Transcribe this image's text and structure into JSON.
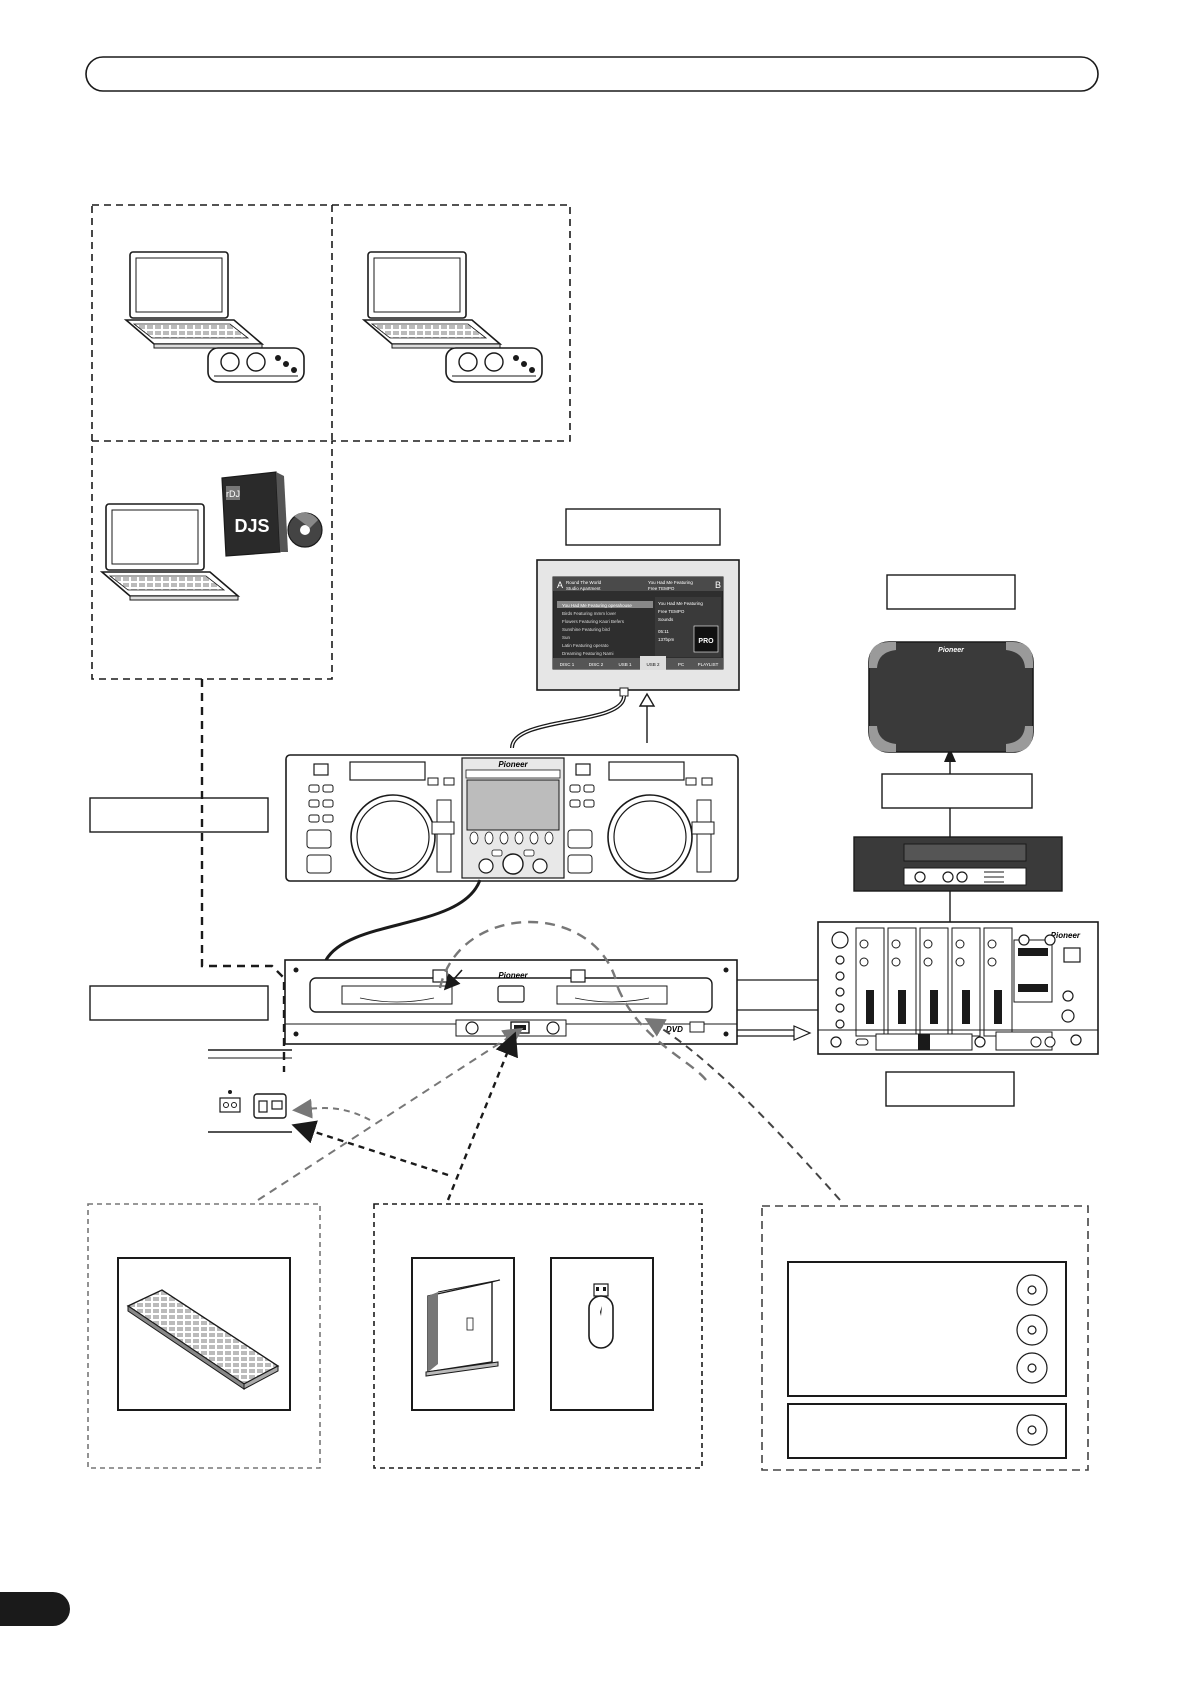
{
  "page": {
    "header_title": "",
    "callouts": {
      "display_label": "",
      "speaker_label": "",
      "amp_label": "",
      "left_label_upper": "",
      "left_label_lower": "",
      "mixer_label": ""
    }
  },
  "devices": {
    "software_box": {
      "logo": "DJS",
      "corner_mark": "rDJ"
    },
    "controller_unit": {
      "brand": "Pioneer"
    },
    "player_unit": {
      "brand": "Pioneer",
      "badge": "DVD"
    },
    "mixer": {
      "brand": "Pioneer"
    },
    "speaker": {
      "brand": "Pioneer"
    },
    "monitor_screen": {
      "deck_a": "A",
      "deck_b": "B",
      "deck_a_track": "Round The World",
      "deck_a_artist": "Studio Apartment",
      "deck_b_track": "You Had Me Featuring",
      "deck_b_artist": "Free TEMPO",
      "tracks": [
        "You Had Me Featuring operahouse",
        "Birds Featuring mmm lover",
        "Flowers Featuring Kaori Befers",
        "Sunshine Featuring bird",
        "Sun",
        "Latin Featuring operato",
        "Dreaming Featuring Nami"
      ],
      "info_lines": [
        "You Had Me Featuring",
        "Free TEMPO",
        "Sounds",
        "05:11",
        "137bpm"
      ],
      "side_badge": "PRO",
      "tabs": [
        "DISC 1",
        "DISC 2",
        "USB 1",
        "USB 2",
        "PC",
        "PLAYLIST"
      ]
    }
  }
}
